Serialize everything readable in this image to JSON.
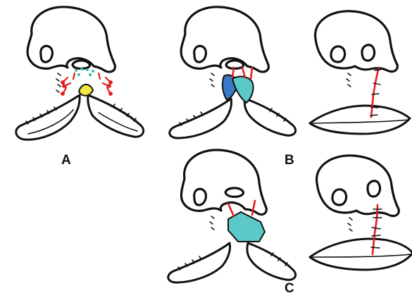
{
  "figure": {
    "panel_labels": {
      "a": "A",
      "b": "B",
      "c": "C"
    },
    "colors": {
      "line": "#111111",
      "incision": "#e41c1c",
      "flap_teal": "#5cc8c8",
      "flap_blue": "#3a78c8",
      "tissue_yellow": "#f2e640",
      "arrow_red": "#e41c1c",
      "dot_teal": "#3cb8b0"
    }
  }
}
